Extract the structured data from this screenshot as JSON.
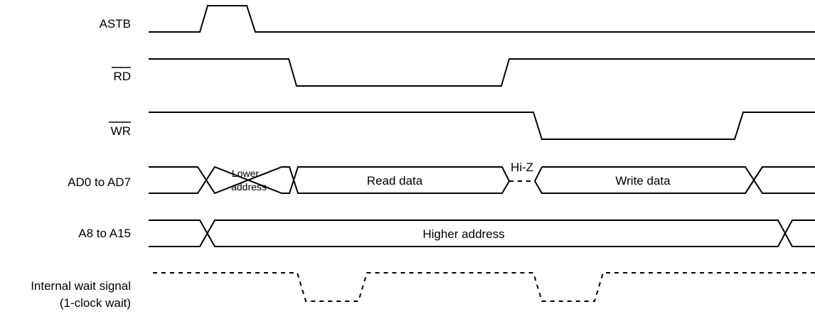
{
  "signals": {
    "astb": "ASTB",
    "rd": "RD",
    "wr": "WR",
    "ad": "AD0 to AD7",
    "a": "A8 to A15",
    "wait_line1": "Internal wait signal",
    "wait_line2": "(1-clock wait)"
  },
  "bus_labels": {
    "lower_1": "Lower",
    "lower_2": "address",
    "read_data": "Read data",
    "hi_z": "Hi-Z",
    "write_data": "Write data",
    "higher_address": "Higher address"
  }
}
